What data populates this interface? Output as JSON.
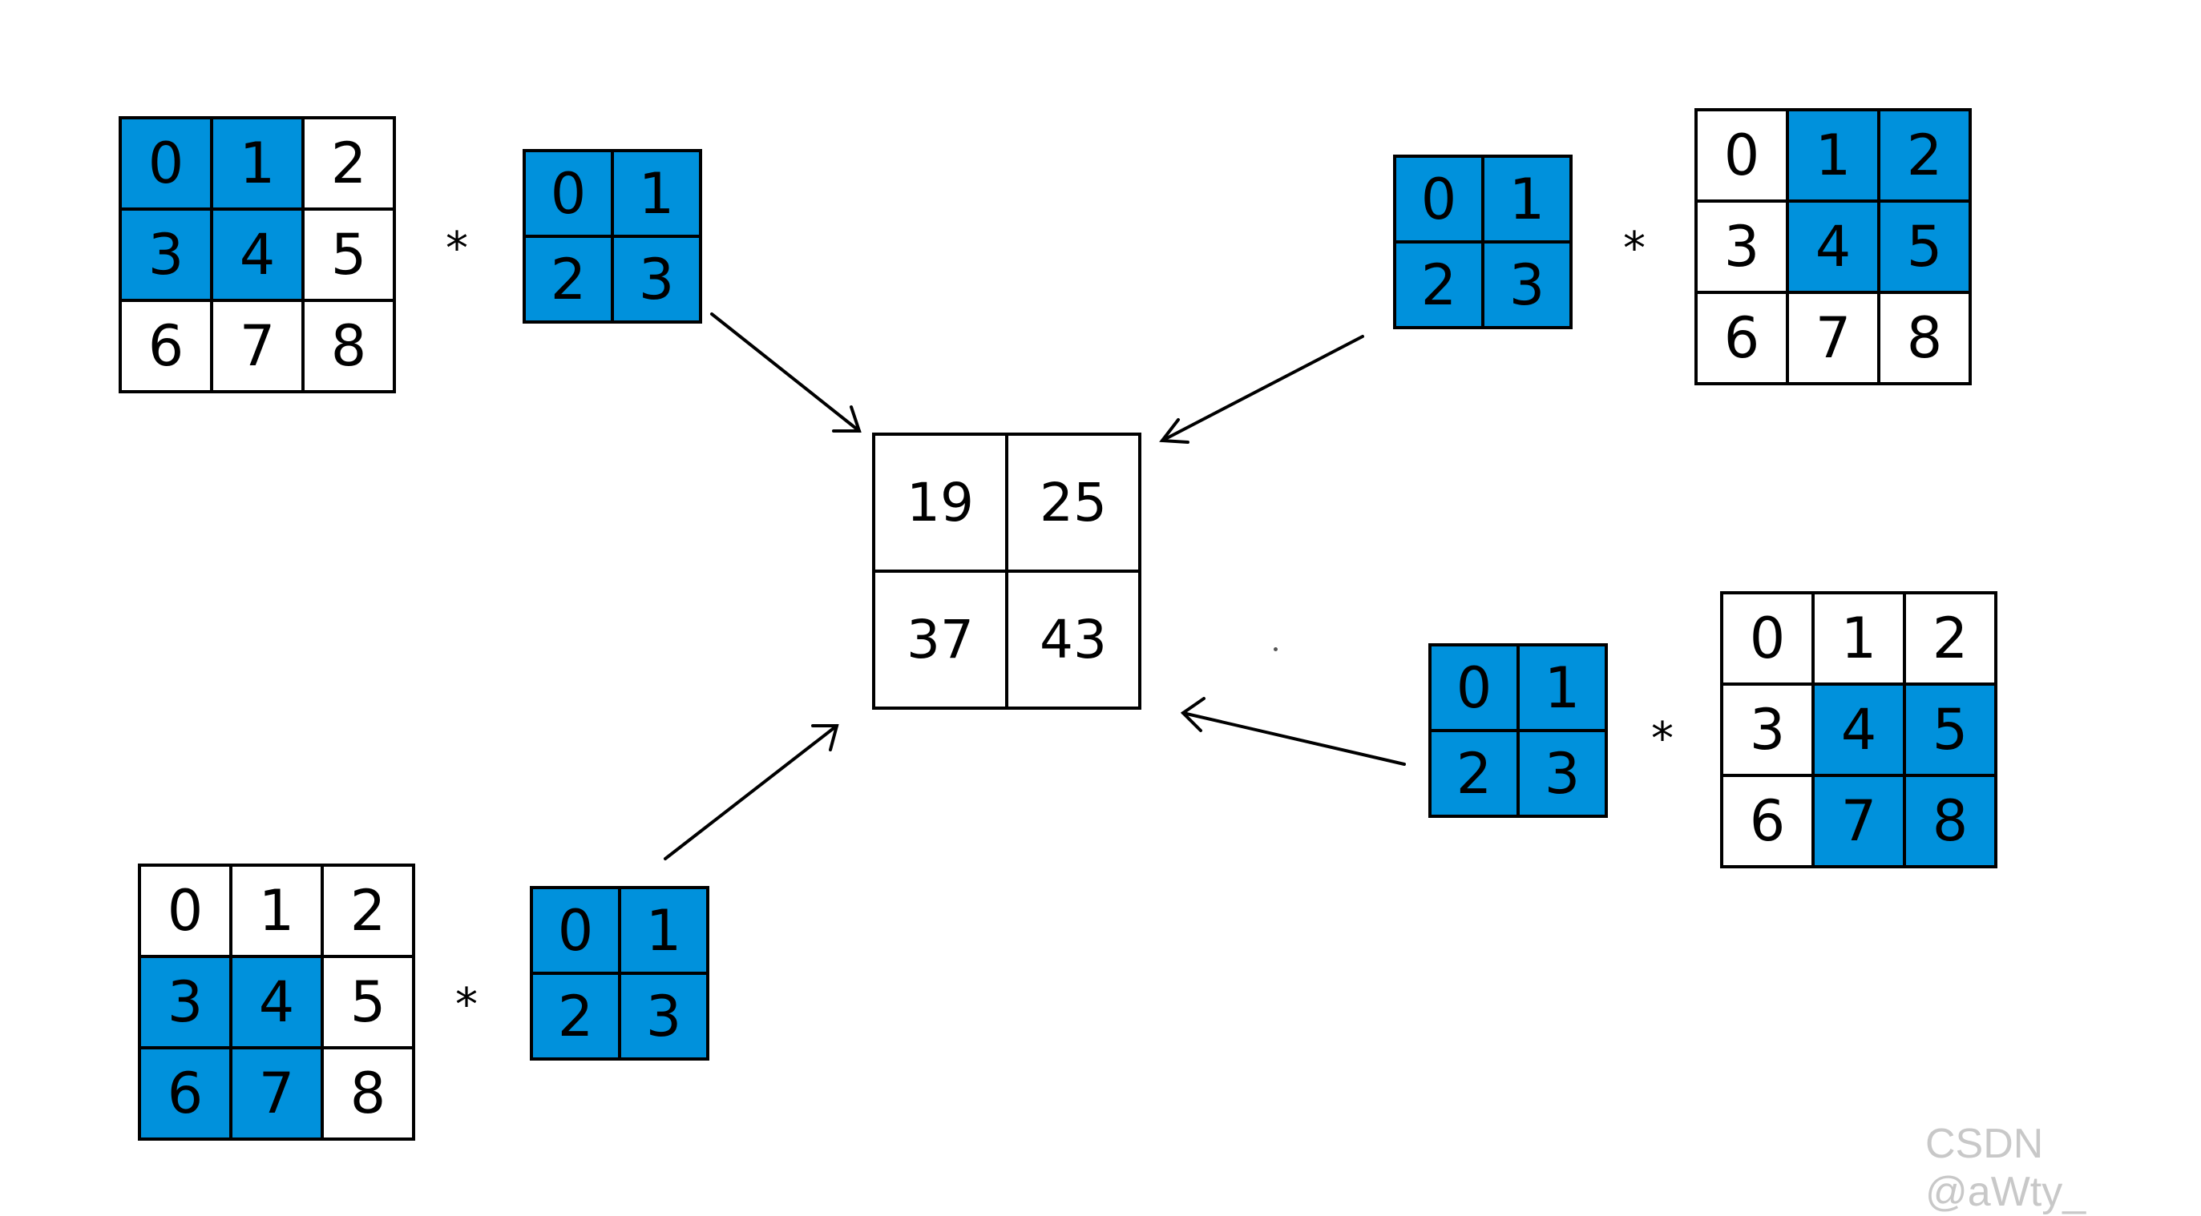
{
  "operator": "*",
  "input": [
    "0",
    "1",
    "2",
    "3",
    "4",
    "5",
    "6",
    "7",
    "8"
  ],
  "kernel": [
    "0",
    "1",
    "2",
    "3"
  ],
  "steps": [
    {
      "highlight": [
        0,
        1,
        3,
        4
      ]
    },
    {
      "highlight": [
        1,
        2,
        4,
        5
      ]
    },
    {
      "highlight": [
        3,
        4,
        6,
        7
      ]
    },
    {
      "highlight": [
        4,
        5,
        7,
        8
      ]
    }
  ],
  "result": [
    "19",
    "25",
    "37",
    "43"
  ],
  "colors": {
    "highlight": "#0091dc",
    "line": "#000000",
    "watermark": "#c8c8c8"
  },
  "watermark": "CSDN @aWty_"
}
